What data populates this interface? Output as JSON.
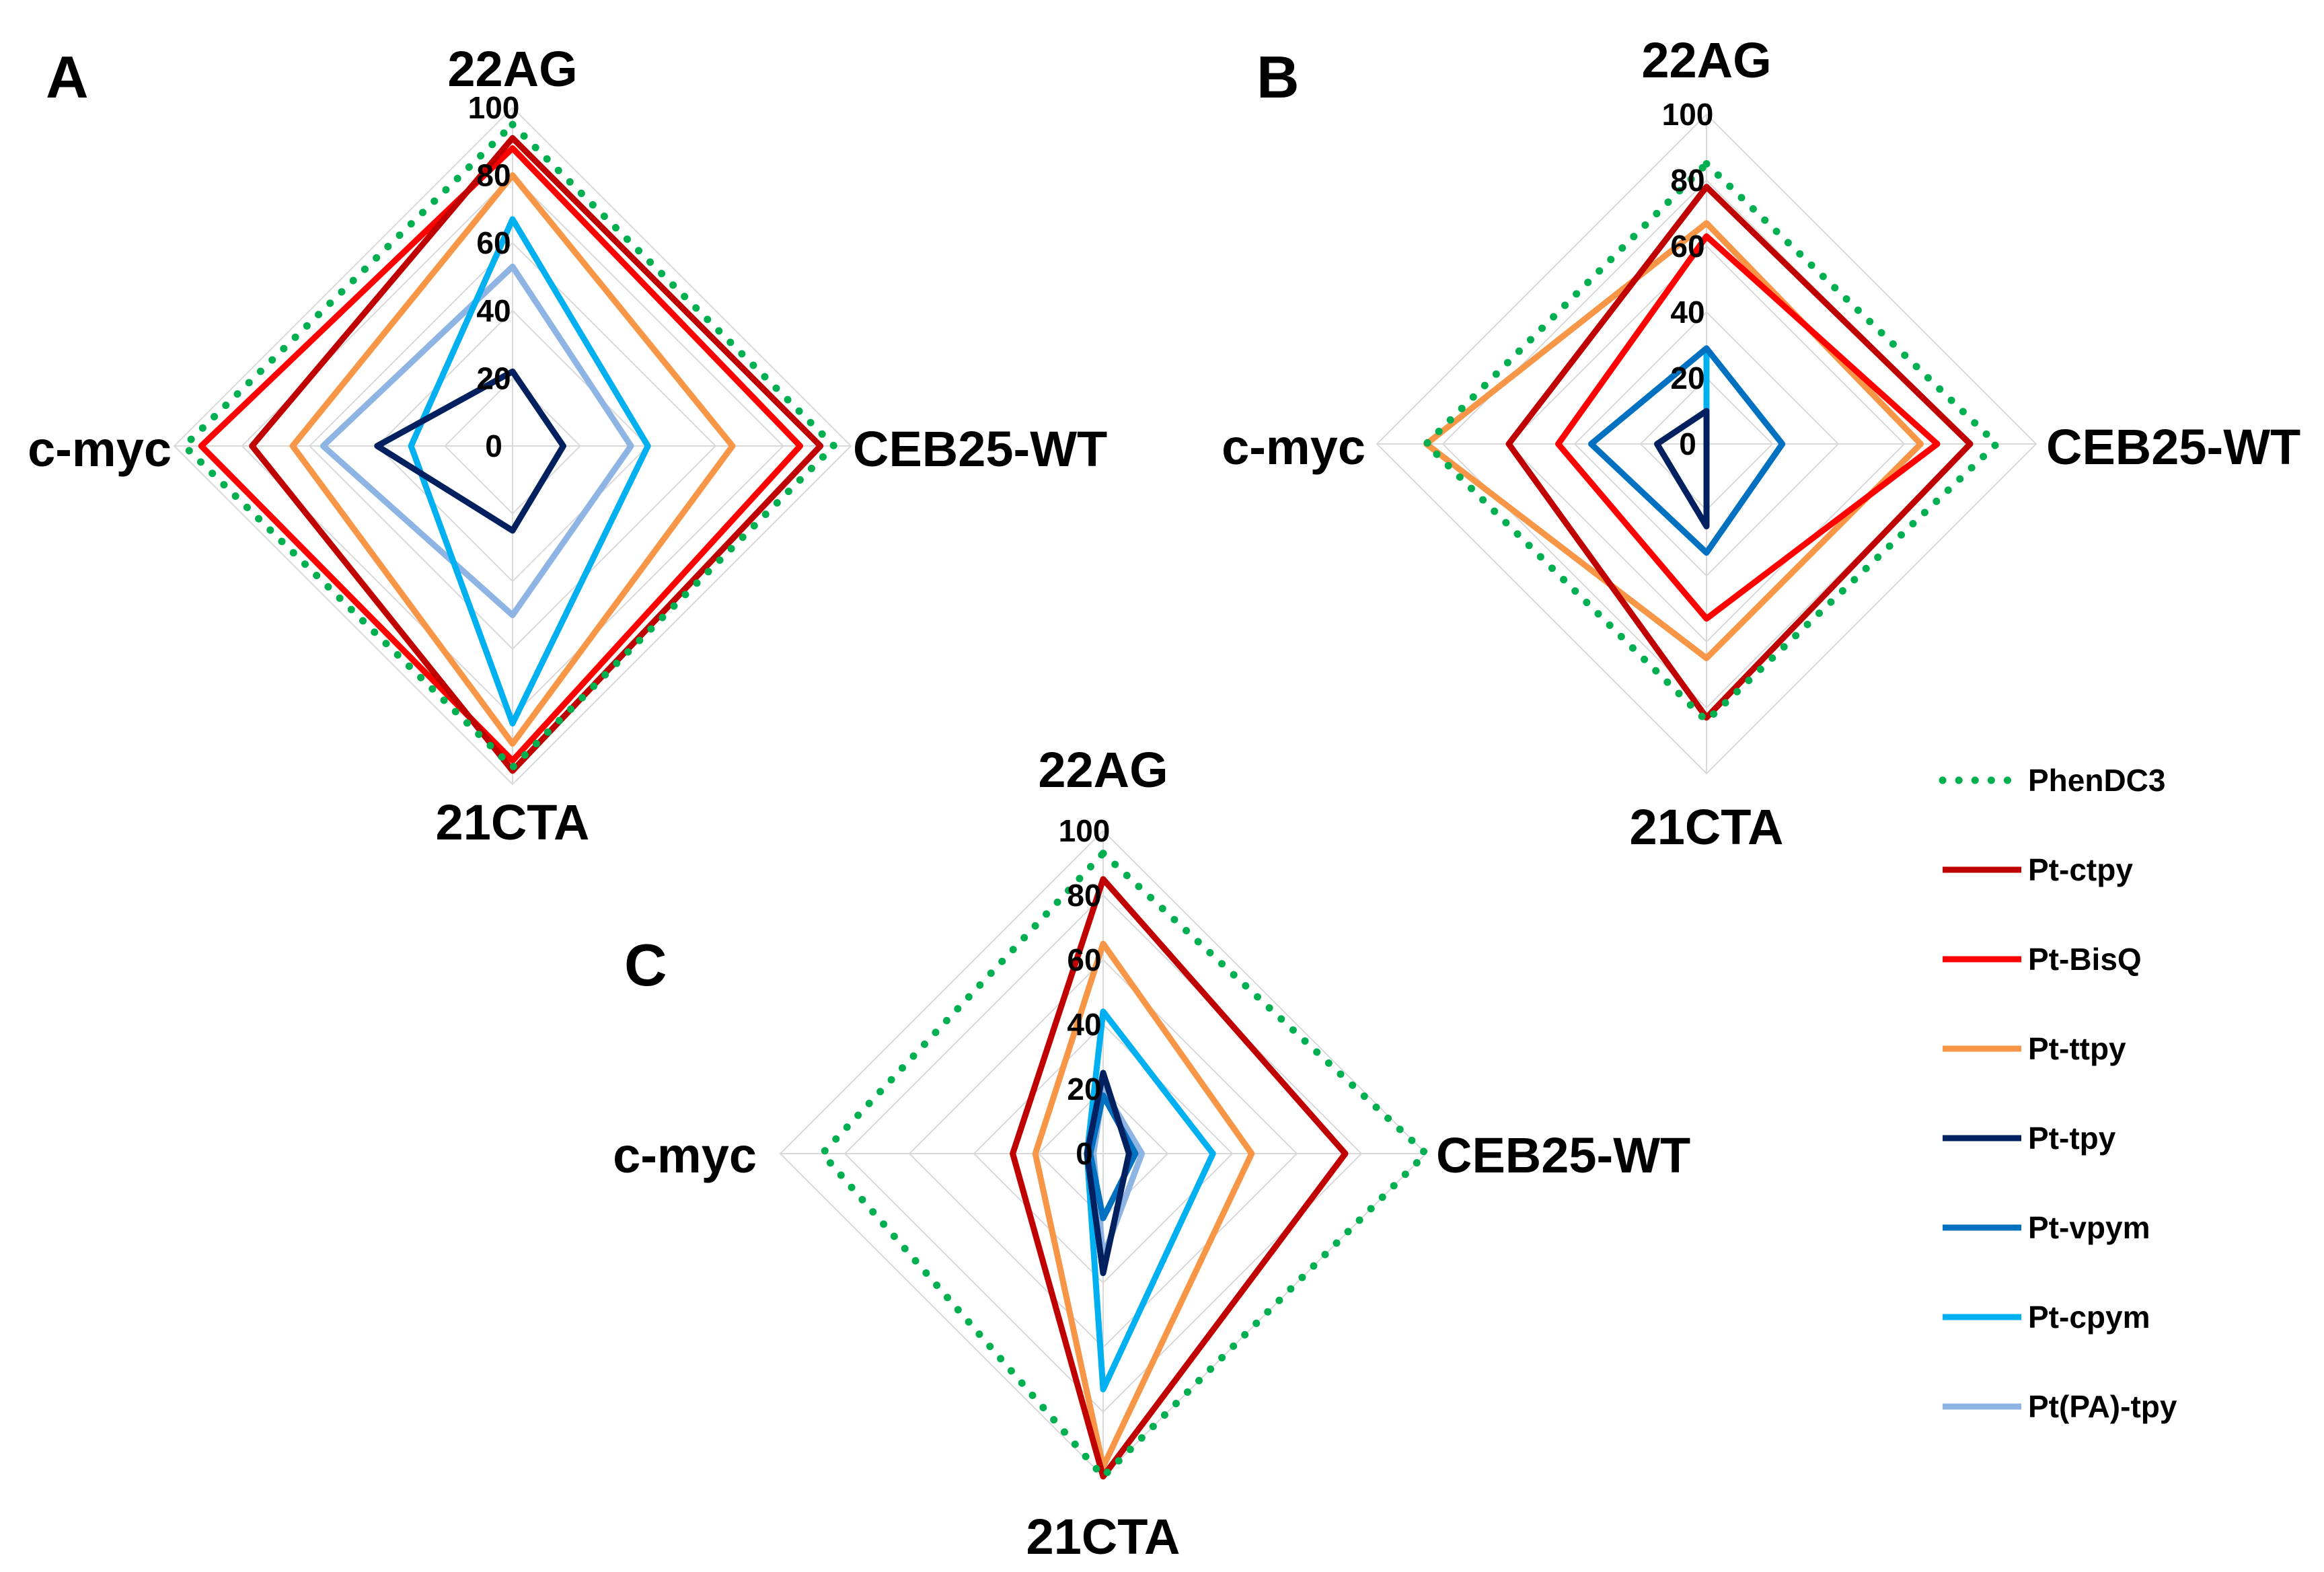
{
  "legend": [
    {
      "name": "PhenDC3",
      "color": "#00b050",
      "dotted": true
    },
    {
      "name": "Pt-ctpy",
      "color": "#c00000",
      "dotted": false
    },
    {
      "name": "Pt-BisQ",
      "color": "#ff0000",
      "dotted": false
    },
    {
      "name": "Pt-ttpy",
      "color": "#f79646",
      "dotted": false
    },
    {
      "name": "Pt-tpy",
      "color": "#002060",
      "dotted": false
    },
    {
      "name": "Pt-vpym",
      "color": "#0070c0",
      "dotted": false
    },
    {
      "name": "Pt-cpym",
      "color": "#00b0f0",
      "dotted": false
    },
    {
      "name": "Pt(PA)-tpy",
      "color": "#8db4e2",
      "dotted": false
    }
  ],
  "chart_data": [
    {
      "type": "radar",
      "panel": "A",
      "axes": [
        "22AG",
        "CEB25-WT",
        "21CTA",
        "c-myc"
      ],
      "ticks": [
        "0",
        "20",
        "40",
        "60",
        "80",
        "100"
      ],
      "range": [
        0,
        100
      ],
      "series": [
        {
          "name": "PhenDC3",
          "values": [
            95,
            95,
            95,
            97
          ]
        },
        {
          "name": "Pt-ctpy",
          "values": [
            91,
            91,
            96,
            77
          ]
        },
        {
          "name": "Pt-BisQ",
          "values": [
            88,
            85,
            93,
            92
          ]
        },
        {
          "name": "Pt-ttpy",
          "values": [
            80,
            65,
            88,
            65
          ]
        },
        {
          "name": "Pt-tpy",
          "values": [
            22,
            15,
            25,
            40
          ]
        },
        {
          "name": "Pt-vpym",
          "values": [
            0,
            0,
            0,
            0
          ]
        },
        {
          "name": "Pt-cpym",
          "values": [
            67,
            40,
            82,
            30
          ]
        },
        {
          "name": "Pt(PA)-tpy",
          "values": [
            53,
            35,
            50,
            56
          ]
        }
      ]
    },
    {
      "type": "radar",
      "panel": "B",
      "axes": [
        "22AG",
        "CEB25-WT",
        "21CTA",
        "c-myc"
      ],
      "ticks": [
        "0",
        "20",
        "40",
        "60",
        "80",
        "100"
      ],
      "range": [
        0,
        100
      ],
      "series": [
        {
          "name": "PhenDC3",
          "values": [
            85,
            88,
            84,
            85
          ]
        },
        {
          "name": "Pt-ctpy",
          "values": [
            78,
            80,
            83,
            60
          ]
        },
        {
          "name": "Pt-BisQ",
          "values": [
            63,
            70,
            53,
            45
          ]
        },
        {
          "name": "Pt-ttpy",
          "values": [
            67,
            65,
            65,
            85
          ]
        },
        {
          "name": "Pt-tpy",
          "values": [
            10,
            0,
            25,
            15
          ]
        },
        {
          "name": "Pt-vpym",
          "values": [
            29,
            23,
            33,
            35
          ]
        },
        {
          "name": "Pt-cpym",
          "values": [
            29,
            0,
            0,
            0
          ]
        },
        {
          "name": "Pt(PA)-tpy",
          "values": [
            0,
            0,
            0,
            0
          ]
        }
      ]
    },
    {
      "type": "radar",
      "panel": "C",
      "axes": [
        "22AG",
        "CEB25-WT",
        "21CTA",
        "c-myc"
      ],
      "ticks": [
        "0",
        "20",
        "40",
        "60",
        "80",
        "100"
      ],
      "range": [
        0,
        100
      ],
      "series": [
        {
          "name": "PhenDC3",
          "values": [
            93,
            100,
            100,
            87
          ]
        },
        {
          "name": "Pt-ctpy",
          "values": [
            85,
            75,
            100,
            28
          ]
        },
        {
          "name": "Pt-BisQ",
          "values": [
            0,
            0,
            0,
            0
          ]
        },
        {
          "name": "Pt-ttpy",
          "values": [
            65,
            46,
            97,
            21
          ]
        },
        {
          "name": "Pt-tpy",
          "values": [
            25,
            8,
            37,
            5
          ]
        },
        {
          "name": "Pt-vpym",
          "values": [
            18,
            10,
            20,
            4
          ]
        },
        {
          "name": "Pt-cpym",
          "values": [
            44,
            34,
            73,
            5
          ]
        },
        {
          "name": "Pt(PA)-tpy",
          "values": [
            20,
            12,
            32,
            3
          ]
        }
      ]
    }
  ]
}
